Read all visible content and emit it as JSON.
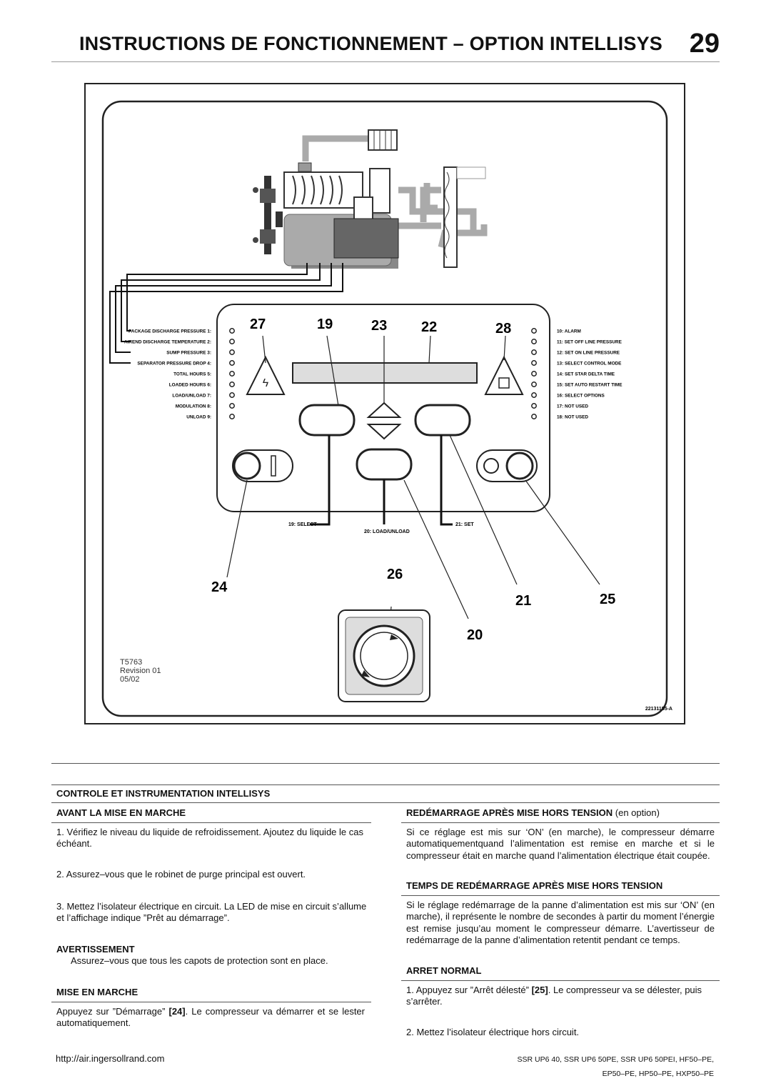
{
  "header": {
    "title": "INSTRUCTIONS DE FONCTIONNEMENT – OPTION INTELLISYS",
    "page_number": "29"
  },
  "figure": {
    "callouts": [
      "27",
      "19",
      "23",
      "22",
      "28",
      "24",
      "26",
      "21",
      "25",
      "20"
    ],
    "left_leds": [
      "PACKAGE DISCHARGE PRESSURE 1:",
      "AIREND DISCHARGE TEMPERATURE 2:",
      "SUMP PRESSURE 3:",
      "SEPARATOR PRESSURE DROP 4:",
      "TOTAL HOURS 5:",
      "LOADED HOURS 6:",
      "LOAD/UNLOAD 7:",
      "MODULATION 8:",
      "UNLOAD 9:"
    ],
    "right_leds": [
      "10: ALARM",
      "11: SET OFF LINE PRESSURE",
      "12: SET ON LINE PRESSURE",
      "13: SELECT CONTROL MODE",
      "14: SET STAR DELTA TIME",
      "15: SET AUTO RESTART TIME",
      "16: SELECT OPTIONS",
      "17: NOT USED",
      "18: NOT USED"
    ],
    "button_labels": {
      "select": "19: SELECT",
      "load_unload": "20: LOAD/UNLOAD",
      "set": "21: SET"
    },
    "revision": [
      "T5763",
      "Revision 01",
      "05/02"
    ],
    "drawing_number": "22131155-A"
  },
  "section_title": "CONTROLE ET INSTRUMENTATION INTELLISYS",
  "left": {
    "avant_title": "AVANT LA MISE EN MARCHE",
    "step1": "1.  Vérifiez le niveau du liquide de refroidissement.  Ajoutez du liquide le cas échéant.",
    "step2": "2.  Assurez–vous que le robinet de purge principal est ouvert.",
    "step3": "3.  Mettez l’isolateur électrique en circuit.  La LED de mise en circuit s’allume et l’affichage indique ”Prêt au démarrage”.",
    "warning_title": "AVERTISSEMENT",
    "warning_text": "Assurez–vous que tous les capots de protection sont en place.",
    "mise_title": "MISE EN MARCHE",
    "mise_text_pre": "Appuyez sur ”Démarrage” ",
    "mise_ref": "[24]",
    "mise_text_post": ".  Le compresseur va démarrer et se lester automatiquement."
  },
  "right": {
    "redemarrage_title": "REDÉMARRAGE APRÈS MISE HORS TENSION",
    "redemarrage_opt": " (en option)",
    "redemarrage_text": "Si ce réglage est mis sur ‘ON’ (en marche), le compresseur démarre automatiquementquand l’alimentation est remise en marche et si le compresseur était en marche quand l’alimentation électrique était coupée.",
    "temps_title": "TEMPS DE REDÉMARRAGE APRÈS MISE HORS TENSION",
    "temps_text": "Si le réglage redémarrage de la panne d’alimentation est mis sur ‘ON’ (en marche), il représente le nombre de secondes à partir du moment l’énergie est remise jusqu’au moment le compresseur démarre. L’avertisseur de redémarrage de la panne d’alimentation retentit pendant ce temps.",
    "arret_title": "ARRET NORMAL",
    "arret_step1_pre": "1.  Appuyez sur ”Arrêt délesté” ",
    "arret_ref": "[25]",
    "arret_step1_post": ".  Le compresseur va se délester, puis s’arrêter.",
    "arret_step2": "2.  Mettez l’isolateur électrique hors circuit."
  },
  "footer": {
    "url": "http://air.ingersollrand.com",
    "models_line1": "SSR UP6 40, SSR UP6 50PE, SSR UP6 50PEI, HF50–PE,",
    "models_line2": "EP50–PE, HP50–PE, HXP50–PE"
  }
}
